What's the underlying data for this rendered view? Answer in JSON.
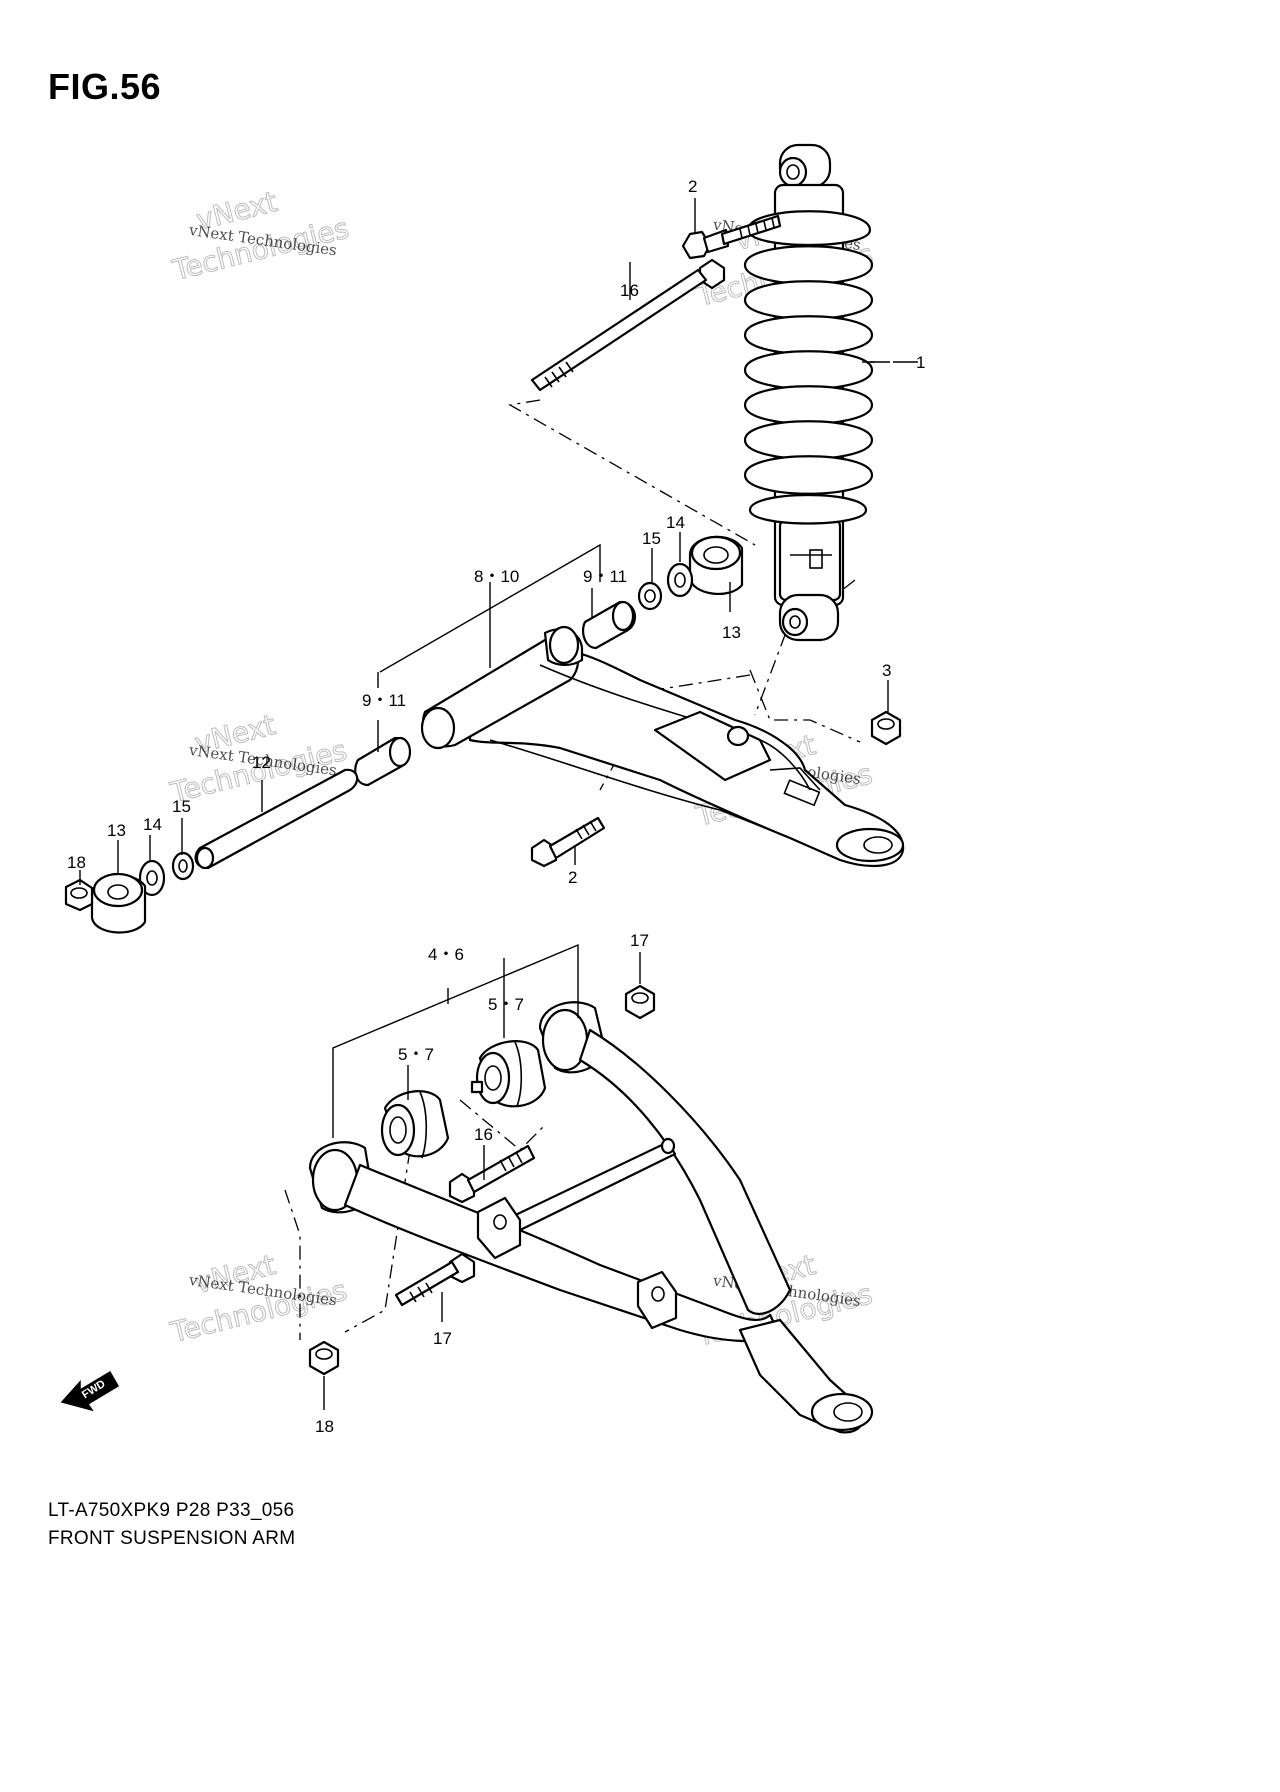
{
  "figure": {
    "title": "FIG.56",
    "model_code": "LT-A750XPK9 P28 P33_056",
    "name": "FRONT SUSPENSION ARM"
  },
  "watermark": {
    "line1": "vNext",
    "line2": "vNext Technologies",
    "line3": "Technologies"
  },
  "direction_marker": "FWD",
  "callouts": {
    "shock_absorber": "1",
    "upper_bolt_top": "2",
    "upper_bolt_bottom": "2",
    "nut_upper": "3",
    "lower_arm": "4・6",
    "lower_bush_left": "5・7",
    "lower_bush_right": "5・7",
    "upper_arm": "8・10",
    "spacer_right": "9・11",
    "spacer_left": "9・11",
    "shaft": "12",
    "cap_right": "13",
    "cap_left": "13",
    "washer_right": "14",
    "washer_left": "14",
    "seal_right": "15",
    "seal_left": "15",
    "shaft_bolt_top": "16",
    "lower_bolt": "16",
    "lower_nut_right": "17",
    "lower_bolt_bottom": "17",
    "nut_left_upper": "18",
    "nut_left_lower": "18"
  }
}
